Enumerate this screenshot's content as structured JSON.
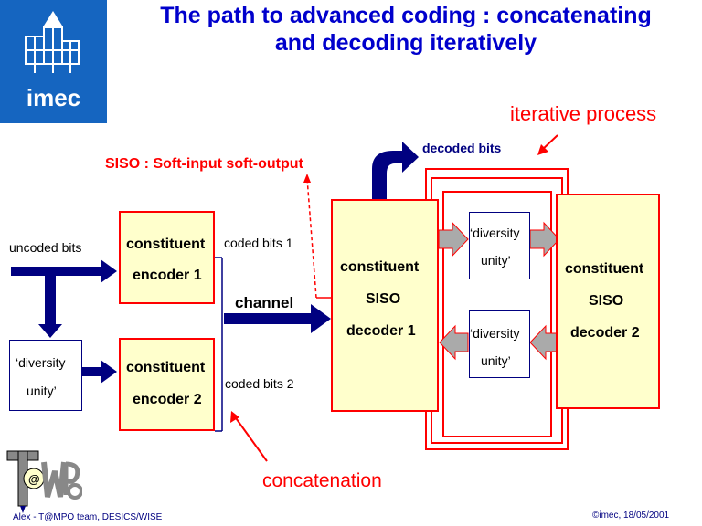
{
  "title": {
    "line1": "The path to advanced coding : concatenating",
    "line2": "and decoding iteratively"
  },
  "logo": {
    "text": "imec"
  },
  "labels": {
    "iterative_process": "iterative process",
    "decoded_bits": "decoded bits",
    "siso_def": "SISO : Soft-input soft-output",
    "uncoded_bits": "uncoded bits",
    "coded_bits_1": "coded bits 1",
    "coded_bits_2": "coded bits 2",
    "channel": "channel",
    "concatenation": "concatenation"
  },
  "blocks": {
    "encoder1": [
      "constituent",
      "encoder 1"
    ],
    "encoder2": [
      "constituent",
      "encoder 2"
    ],
    "diversity_left": [
      "‘diversity",
      "unity’"
    ],
    "decoder1": [
      "constituent",
      "SISO",
      "decoder 1"
    ],
    "decoder2": [
      "constituent",
      "SISO",
      "decoder 2"
    ],
    "diversity_top": [
      "‘diversity",
      "unity’"
    ],
    "diversity_bottom": [
      "‘diversity",
      "unity’"
    ]
  },
  "footer": {
    "left": "Alex - T@MPO team, DESICS/WISE",
    "right": "©imec, 18/05/2001",
    "team_logo": "T@MPO"
  },
  "colors": {
    "title": "#0000cc",
    "box_fill": "#ffffcc",
    "box_border": "#ff0000",
    "arrow": "#000080",
    "accent": "#ff0000",
    "logo_bg": "#1565c0"
  }
}
